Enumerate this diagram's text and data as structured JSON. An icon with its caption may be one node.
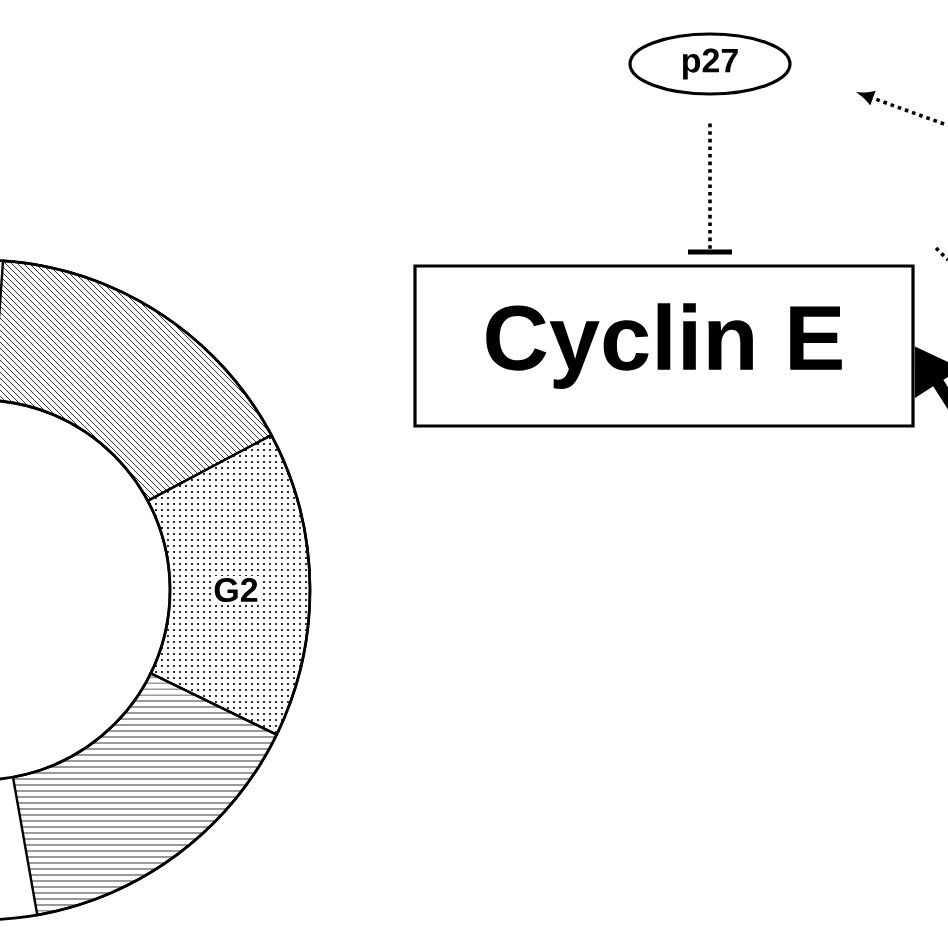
{
  "diagram": {
    "nodes": [
      {
        "text": [
          "p27"
        ]
      },
      {
        "text": [
          "Cyclin E"
        ]
      },
      {
        "text": [
          "G2"
        ]
      }
    ],
    "edges": [
      {
        "from": 0,
        "to": 1,
        "arrow": "other",
        "style": "dashed"
      },
      {
        "from": null,
        "to": 1,
        "arrow": "to",
        "style": "thick"
      }
    ]
  }
}
